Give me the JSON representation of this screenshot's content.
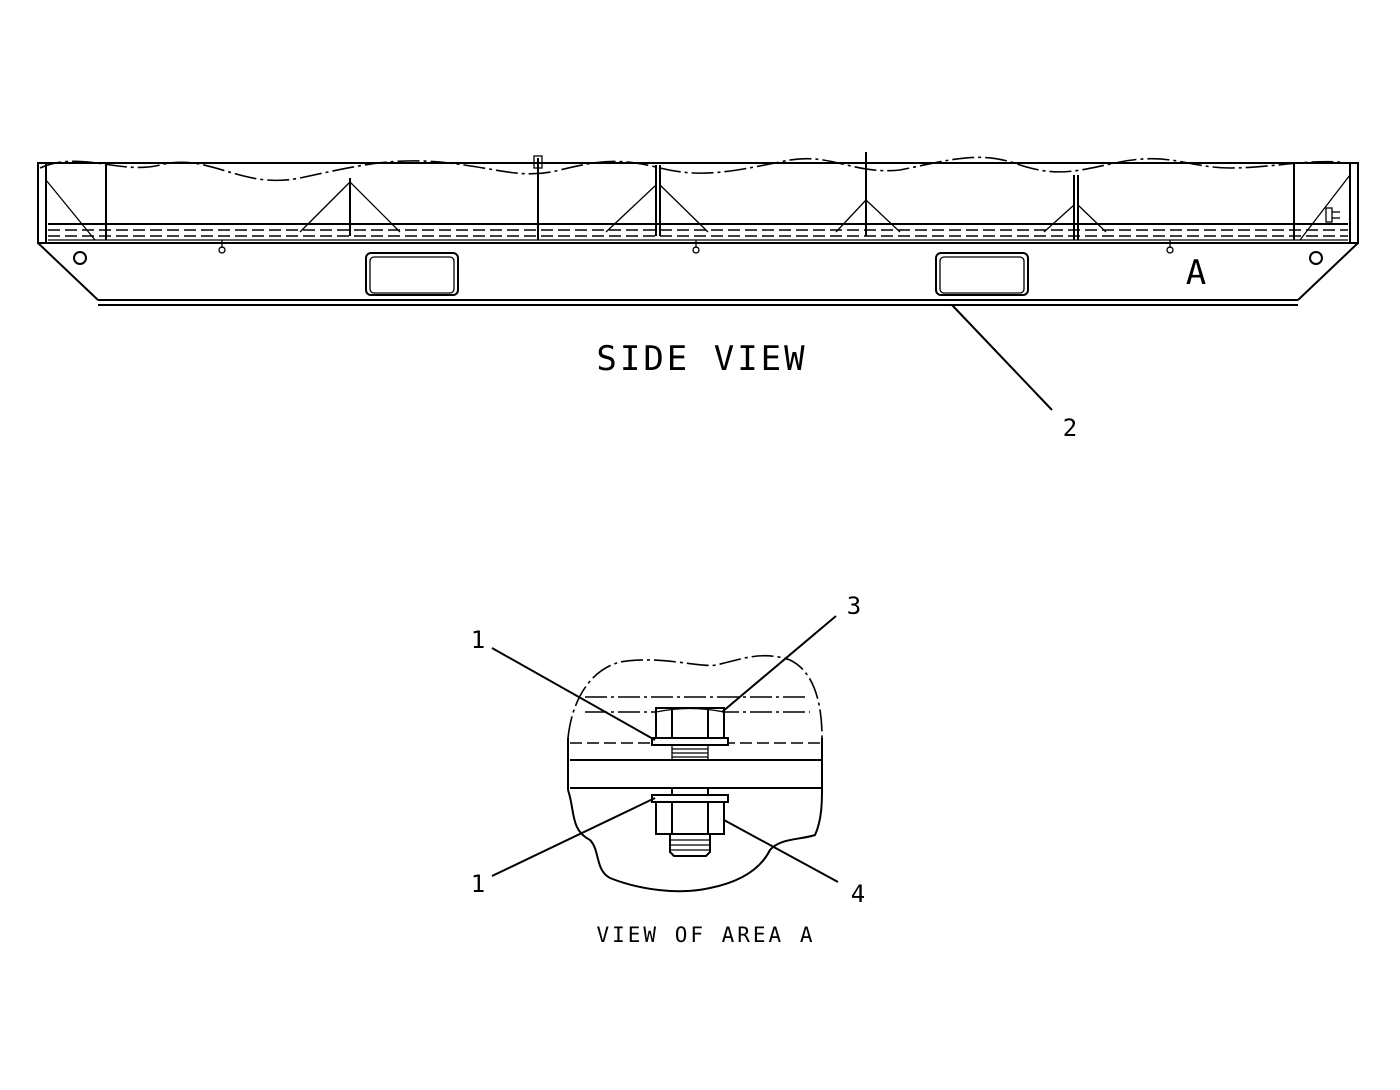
{
  "side_view": {
    "title": "SIDE VIEW",
    "area_marker": "A",
    "callout_2": "2"
  },
  "detail_view": {
    "title": "VIEW OF AREA A",
    "callout_1_top": "1",
    "callout_1_bottom": "1",
    "callout_3": "3",
    "callout_4": "4"
  },
  "colors": {
    "line": "#000000",
    "background": "#ffffff"
  }
}
